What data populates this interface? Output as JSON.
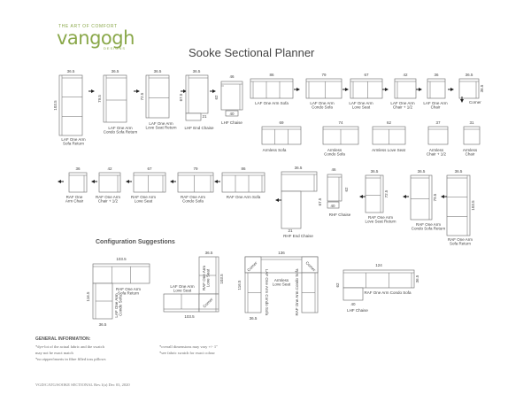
{
  "brand": {
    "tagline": "THE ART OF COMFORT",
    "name": "vangogh",
    "sub": "DESIGNS",
    "color": "#8aa84a"
  },
  "title": "Sooke Sectional Planner",
  "pieces": [
    {
      "id": "laf-one-arm-sofa-return",
      "label": "LAF One Arm\nSofa Return",
      "dims": [
        "36.5",
        "103.5"
      ],
      "arrow": "right"
    },
    {
      "id": "laf-one-arm-condo-sofa-return",
      "label": "LAF One Arm\nCondo Sofa Return",
      "dims": [
        "36.5",
        "79.5"
      ],
      "arrow": "right"
    },
    {
      "id": "laf-one-arm-love-seat-return",
      "label": "LAF One Arm\nLove Seat Return",
      "dims": [
        "36.5",
        "72.5"
      ],
      "arrow": "right"
    },
    {
      "id": "lhf-end-chaise",
      "label": "LHF End Chaise",
      "dims": [
        "36.5",
        "67.5",
        "21"
      ],
      "arrow": "right"
    },
    {
      "id": "lhf-chaise",
      "label": "LHF Chaise",
      "dims": [
        "46",
        "62",
        "40"
      ]
    },
    {
      "id": "laf-one-arm-sofa",
      "label": "LAF One Arm Sofa",
      "dims": [
        "86"
      ],
      "arrow": "right"
    },
    {
      "id": "laf-one-arm-condo-sofa",
      "label": "LAF One Arm\nCondo Sofa",
      "dims": [
        "79"
      ],
      "arrow": "right"
    },
    {
      "id": "laf-one-arm-love-seat",
      "label": "LAF One Arm\nLove Seat",
      "dims": [
        "67"
      ],
      "arrow": "right"
    },
    {
      "id": "laf-one-arm-chair-1-2",
      "label": "LAF One Arm\nChair + 1/2",
      "dims": [
        "42"
      ],
      "arrow": "right"
    },
    {
      "id": "laf-one-arm-chair",
      "label": "LAF One Arm\nChair",
      "dims": [
        "36"
      ],
      "arrow": "right"
    },
    {
      "id": "corner",
      "label": "Corner",
      "dims": [
        "36.5",
        "36.5"
      ],
      "arrow": "down"
    },
    {
      "id": "armless-sofa",
      "label": "Armless Sofa",
      "dims": [
        "69"
      ]
    },
    {
      "id": "armless-condo-sofa",
      "label": "Armless\nCondo Sofa",
      "dims": [
        "74"
      ]
    },
    {
      "id": "armless-love-seat",
      "label": "Armless Love Seat",
      "dims": [
        "62"
      ]
    },
    {
      "id": "armless-chair-1-2",
      "label": "Armless\nChair + 1/2",
      "dims": [
        "37"
      ]
    },
    {
      "id": "armless-chair",
      "label": "Armless\nChair",
      "dims": [
        "31"
      ]
    },
    {
      "id": "raf-one-arm-chair",
      "label": "RAF One\nArm Chair",
      "dims": [
        "36"
      ],
      "arrow": "left"
    },
    {
      "id": "raf-one-arm-chair-1-2",
      "label": "RAF One Arm\nChair + 1/2",
      "dims": [
        "42"
      ],
      "arrow": "left"
    },
    {
      "id": "raf-one-arm-love-seat",
      "label": "RAF One Arm\nLove Seat",
      "dims": [
        "67"
      ],
      "arrow": "left"
    },
    {
      "id": "raf-one-arm-condo-sofa",
      "label": "RAF One Arm\nCondo Sofa",
      "dims": [
        "79"
      ],
      "arrow": "left"
    },
    {
      "id": "raf-one-arm-sofa",
      "label": "RAF One Arm Sofa",
      "dims": [
        "86"
      ],
      "arrow": "left"
    },
    {
      "id": "rhf-end-chaise",
      "label": "RHF End Chaise",
      "dims": [
        "36.5",
        "67.5",
        "21"
      ],
      "arrow": "left"
    },
    {
      "id": "rhf-chaise",
      "label": "RHF Chaise",
      "dims": [
        "46",
        "62",
        "40"
      ]
    },
    {
      "id": "raf-one-arm-love-seat-return",
      "label": "RAF One Arm\nLove Seat Return",
      "dims": [
        "36.5",
        "72.5"
      ],
      "arrow": "left"
    },
    {
      "id": "raf-one-arm-condo-sofa-return",
      "label": "RAF One Arm\nCondo Sofa Return",
      "dims": [
        "36.5",
        "79.5"
      ],
      "arrow": "left"
    },
    {
      "id": "raf-one-arm-sofa-return",
      "label": "RAF One Arm\nSofa Return",
      "dims": [
        "36.5",
        "103.5"
      ],
      "arrow": "left"
    }
  ],
  "config_title": "Configuration Suggestions",
  "configs": [
    {
      "id": "config-1",
      "labels": [
        "RAF One Arm\nSofa Return",
        "LAF One Arm\nCondo Sofa"
      ],
      "dims": [
        "103.5",
        "116.5",
        "36.5"
      ]
    },
    {
      "id": "config-2",
      "labels": [
        "LAF One Arm\nLove Seat",
        "RAF One Arm\nLove Seat",
        "Corner"
      ],
      "dims": [
        "36.5",
        "103.5",
        "103.5"
      ]
    },
    {
      "id": "config-3",
      "labels": [
        "Corner",
        "Corner",
        "Armless\nLove Seat",
        "LAF One Arm Condo Sofa",
        "RAF One Arm Condo Sofa"
      ],
      "dims": [
        "136",
        "116.5",
        "36.5"
      ]
    },
    {
      "id": "config-4",
      "labels": [
        "RAF One Arm Condo Sofa",
        "LHF Chaise"
      ],
      "dims": [
        "124",
        "62",
        "40",
        "36.5"
      ]
    }
  ],
  "general_info": {
    "title": "GENERAL INFORMATION:",
    "notes_left": [
      "*dye-lot of the actual fabric and the swatch",
      " may not be exact match",
      "*no zipper/inserts in fibre filled toss pillows"
    ],
    "notes_right": [
      "*overall dimensions may vary +/- 1\"",
      "*see fabric swatch for exact colour"
    ]
  },
  "footer": "VGD/CATG/SOOKE SECTIONAL Rev.1(a) Dec 03, 2020"
}
